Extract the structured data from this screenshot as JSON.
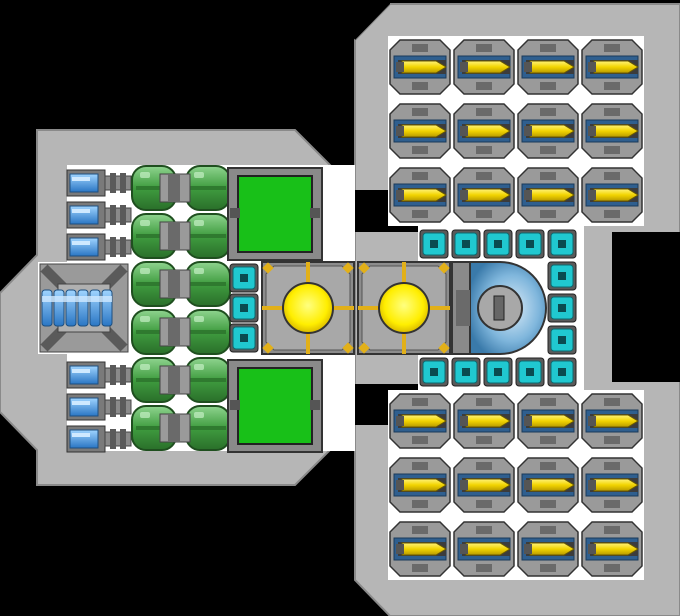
{
  "scene": {
    "type": "ship-blueprint",
    "background_color": "#000000",
    "hull_color": "#b4b4b4",
    "hull_edge_color": "#8c8c8c",
    "floor_color": "#ffffff"
  },
  "colors": {
    "thruster_blue": "#3a8fd6",
    "tank_green": "#4aa34a",
    "panel_green": "#18c018",
    "reactor_yellow": "#ffee00",
    "cell_cyan": "#20c8d0",
    "missile_yellow": "#f2d400",
    "frame_dark": "#3c3c3c",
    "frame_mid": "#6e6e6e",
    "gold": "#e2b019",
    "dome_blue": "#7fb6dc"
  },
  "modules": {
    "thrusters": {
      "icon": "thruster-icon",
      "count": 6
    },
    "tanks": {
      "icon": "fuel-tank-icon",
      "count": 12
    },
    "panels": {
      "icon": "green-panel-icon",
      "count": 2
    },
    "engine": {
      "icon": "engine-icon",
      "count": 1
    },
    "reactors": {
      "icon": "reactor-icon",
      "count": 2
    },
    "power_cells": {
      "icon": "power-cell-icon",
      "count": 16
    },
    "cockpit": {
      "icon": "cockpit-dome-icon",
      "count": 1
    },
    "missile_pods": {
      "icon": "missile-pod-icon",
      "rows_per_bay": 3,
      "cols_per_bay": 4,
      "bays": 2
    }
  }
}
